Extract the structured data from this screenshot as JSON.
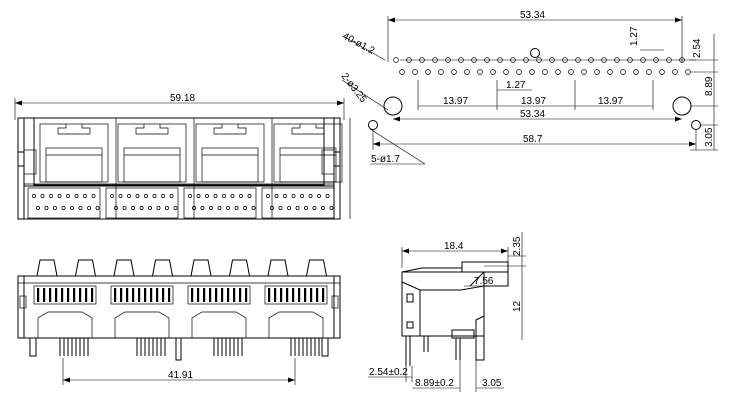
{
  "dimensions": {
    "top_view": {
      "overall_width": "59.18"
    },
    "bottom_view": {
      "pin_span": "41.91"
    },
    "footprint": {
      "overall_span": "53.34",
      "pin_holes_label": "40-ø1.2",
      "mount_holes_label": "2-ø3.25",
      "peg_holes_label": "5-ø1.7",
      "row_pitch": "1.27",
      "pitch_label": "1.27",
      "port_pitch_1": "13.97",
      "port_pitch_2": "13.97",
      "port_pitch_3": "13.97",
      "hole_span": "53.34",
      "peg_span": "58.7",
      "v_dim_1": "2.54",
      "v_dim_2": "8.89",
      "v_dim_3": "3.05"
    },
    "side_view": {
      "depth": "18.4",
      "top_offset": "2.35",
      "window": "7.56",
      "height": "12",
      "pin_offset": "2.54±0.2",
      "pin_pitch": "8.89±0.2",
      "peg_offset": "3.05"
    }
  }
}
